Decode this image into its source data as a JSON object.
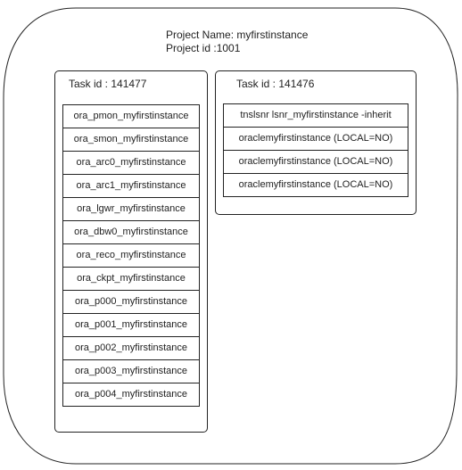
{
  "project": {
    "name_line": "Project Name: myfirstinstance",
    "id_line": "Project id :1001"
  },
  "tasks": [
    {
      "label": "Task id :  141477",
      "processes": [
        "ora_pmon_myfirstinstance",
        "ora_smon_myfirstinstance",
        "ora_arc0_myfirstinstance",
        "ora_arc1_myfirstinstance",
        "ora_lgwr_myfirstinstance",
        "ora_dbw0_myfirstinstance",
        "ora_reco_myfirstinstance",
        "ora_ckpt_myfirstinstance",
        "ora_p000_myfirstinstance",
        "ora_p001_myfirstinstance",
        "ora_p002_myfirstinstance",
        "ora_p003_myfirstinstance",
        "ora_p004_myfirstinstance"
      ]
    },
    {
      "label": "Task id : 141476",
      "processes": [
        "tnslsnr lsnr_myfirstinstance -inherit",
        "oraclemyfirstinstance (LOCAL=NO)",
        "oraclemyfirstinstance (LOCAL=NO)",
        "oraclemyfirstinstance (LOCAL=NO)"
      ]
    }
  ]
}
